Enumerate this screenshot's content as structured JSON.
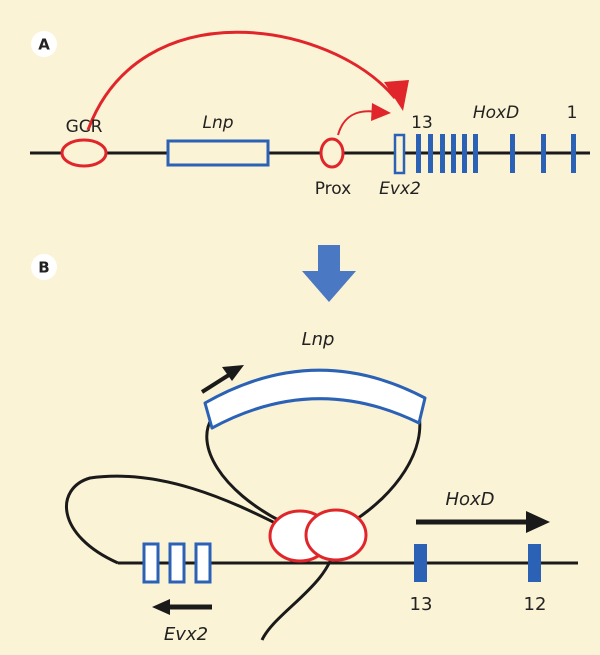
{
  "panel_a": {
    "badge": "A",
    "gcr_label": "GCR",
    "lnp_label": "Lnp",
    "prox_label": "Prox",
    "evx2_label": "Evx2",
    "num_13": "13",
    "hoxd_label": "HoxD",
    "num_1": "1"
  },
  "panel_b": {
    "badge": "B",
    "lnp_label": "Lnp",
    "hoxd_label": "HoxD",
    "evx2_label": "Evx2",
    "num_13": "13",
    "num_12": "12"
  },
  "colors": {
    "background": "#fbf3d6",
    "dna": "#1a1a1a",
    "blue": "#2b62b5",
    "red": "#e0262b",
    "arrow_blue": "#4a78c2"
  }
}
